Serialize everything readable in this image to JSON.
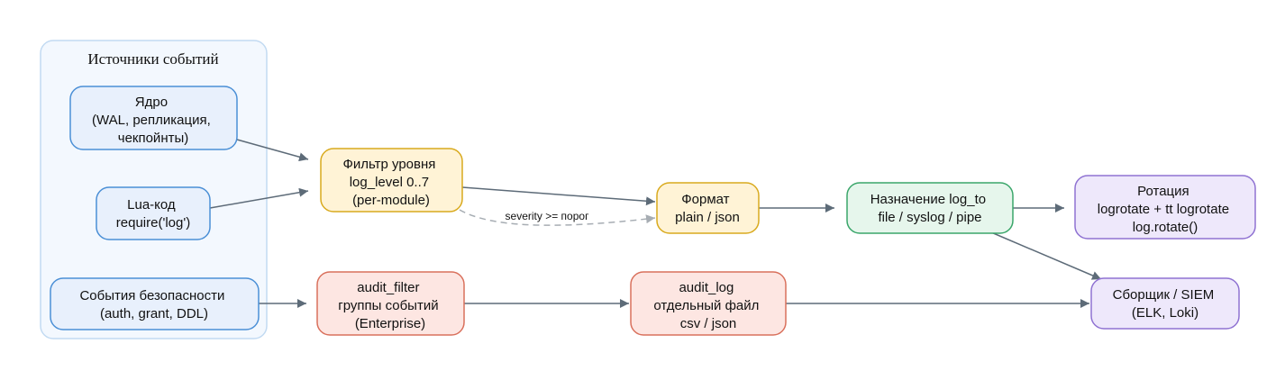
{
  "cluster": {
    "title": "Источники событий"
  },
  "nodes": {
    "core": {
      "lines": [
        "Ядро",
        "(WAL, репликация,",
        "чекпойнты)"
      ]
    },
    "lua": {
      "lines": [
        "Lua-код",
        "require('log')"
      ]
    },
    "security": {
      "lines": [
        "События безопасности",
        "(auth, grant, DDL)"
      ]
    },
    "level_filter": {
      "lines": [
        "Фильтр уровня",
        "log_level 0..7",
        "(per-module)"
      ]
    },
    "format": {
      "lines": [
        "Формат",
        "plain / json"
      ]
    },
    "destination": {
      "lines": [
        "Назначение log_to",
        "file / syslog / pipe"
      ]
    },
    "rotation": {
      "lines": [
        "Ротация",
        "logrotate + tt logrotate",
        "log.rotate()"
      ]
    },
    "audit_filter": {
      "lines": [
        "audit_filter",
        "группы событий",
        "(Enterprise)"
      ]
    },
    "audit_log": {
      "lines": [
        "audit_log",
        "отдельный файл",
        "csv / json"
      ]
    },
    "collector": {
      "lines": [
        "Сборщик / SIEM",
        "(ELK, Loki)"
      ]
    }
  },
  "edges": {
    "severity_label": "severity >= порог"
  },
  "colors": {
    "blue_fill": "#e8f0fc",
    "blue_stroke": "#4a8fd6",
    "yellow_fill": "#fff3d6",
    "yellow_stroke": "#d9aa1e",
    "green_fill": "#e6f6ec",
    "green_stroke": "#3aa66a",
    "red_fill": "#fde6e2",
    "red_stroke": "#d9705c",
    "purple_fill": "#eee8fb",
    "purple_stroke": "#8f72d2",
    "cluster_fill": "#f3f8fe",
    "cluster_stroke": "#c2daf2"
  }
}
